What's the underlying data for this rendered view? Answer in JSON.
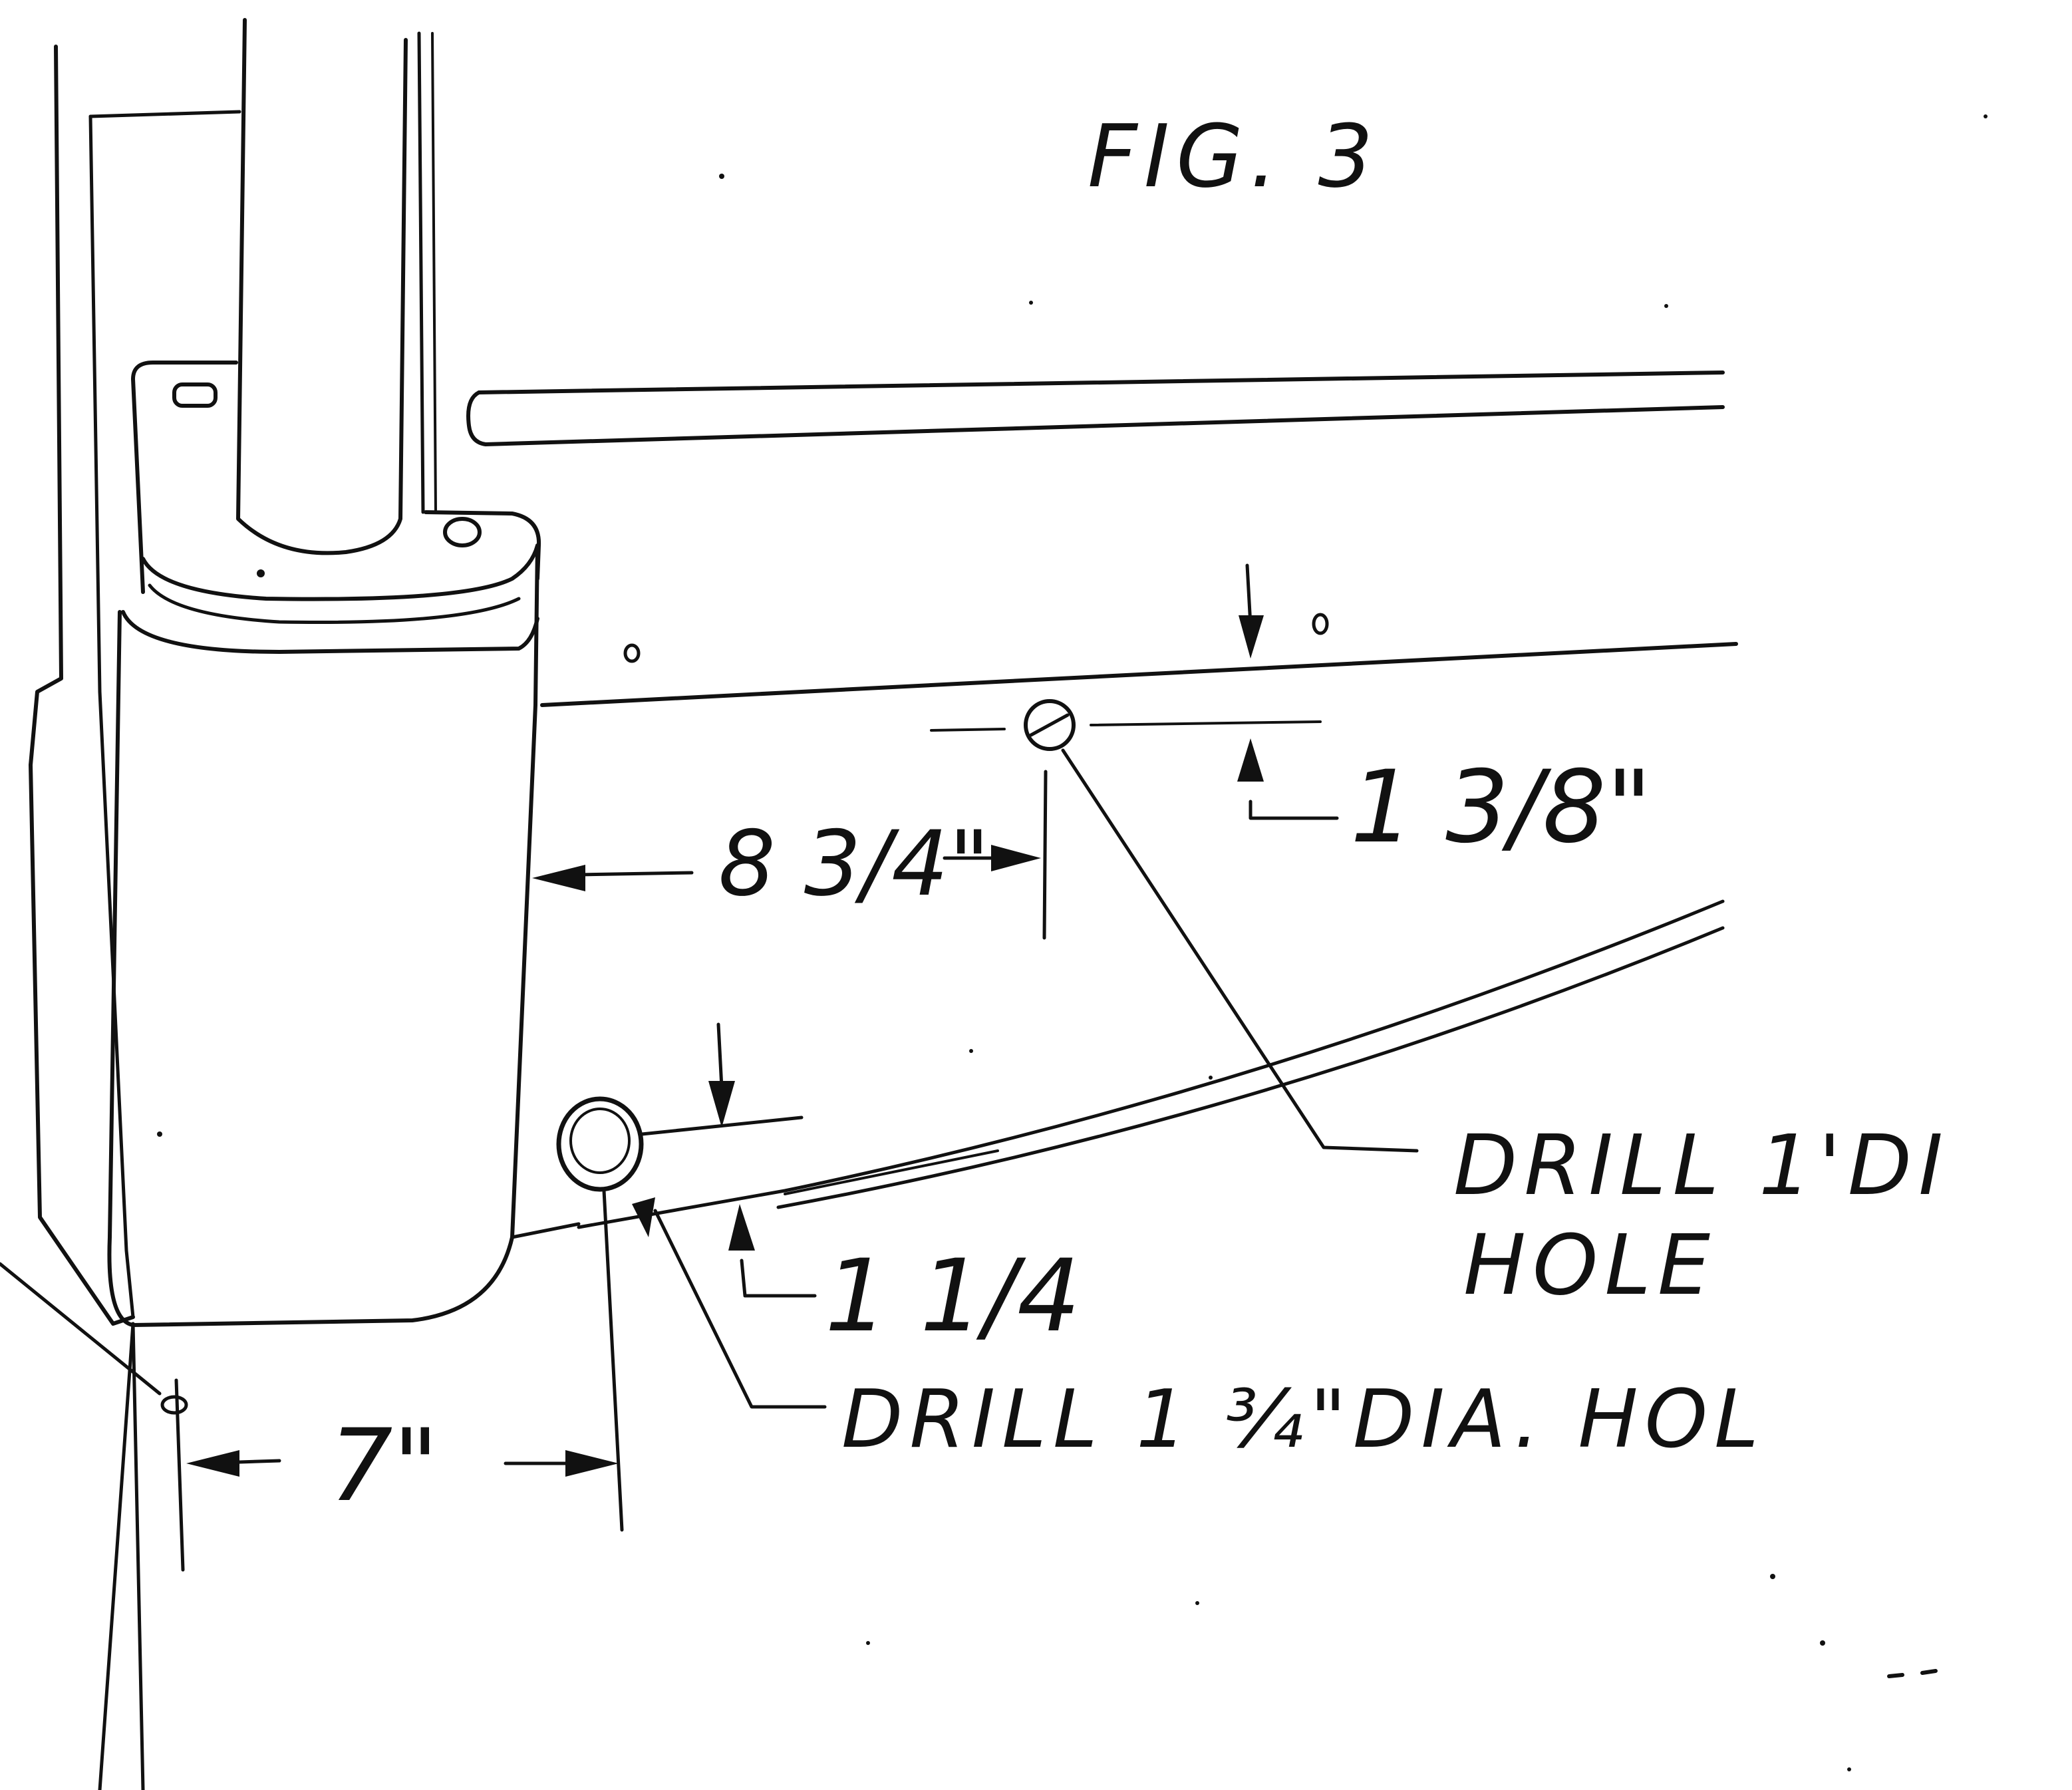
{
  "figure": {
    "title": "FIG. 3"
  },
  "dimensions": {
    "top_hole_from_post": "8 3/4\"",
    "top_hole_from_edge": "1 3/8\"",
    "bottom_hole_from_edge": "1 1/4",
    "bottom_hole_from_post": "7\""
  },
  "callouts": {
    "top_hole_line1": "DRILL 1'DI",
    "top_hole_line2": "HOLE",
    "bottom_hole": "DRILL 1 ¾\"DIA. HOL"
  },
  "colors": {
    "ink": "#111111",
    "paper": "#ffffff"
  }
}
